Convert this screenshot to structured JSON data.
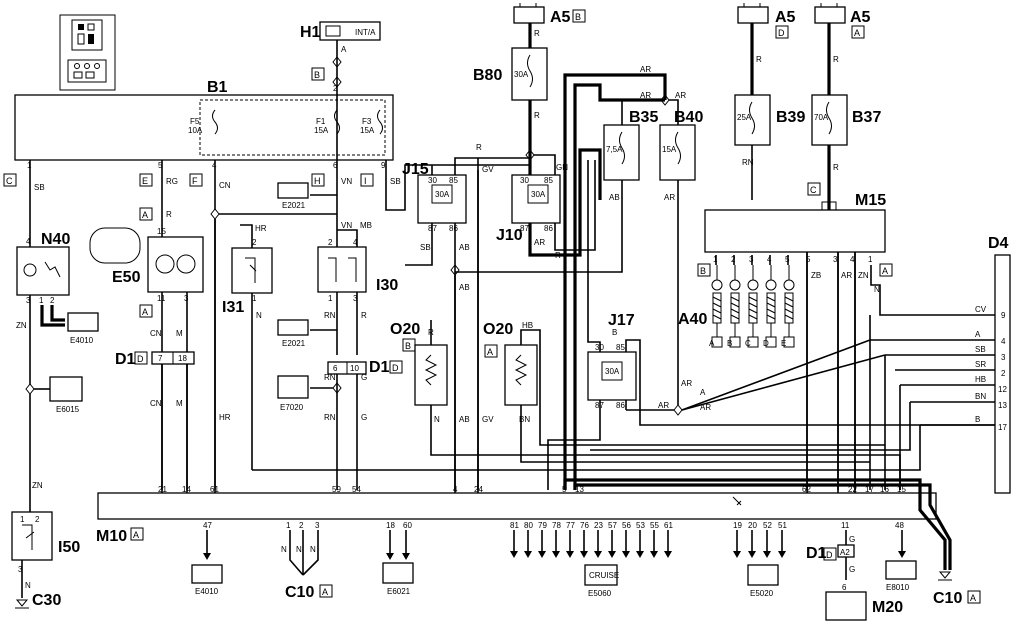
{
  "components": {
    "H1": {
      "label": "H1",
      "tag": "INT/A",
      "pin": "A",
      "frame": "B",
      "pin2": "2"
    },
    "B1": {
      "label": "B1",
      "fuses": [
        {
          "name": "F5",
          "rating": "10A"
        },
        {
          "name": "F1",
          "rating": "15A"
        },
        {
          "name": "F3",
          "rating": "15A"
        }
      ],
      "pins": [
        "1",
        "5",
        "4",
        "6",
        "9"
      ],
      "conn": [
        "C",
        "E",
        "F",
        "H",
        "I"
      ]
    },
    "A5": {
      "label": "A5",
      "frames": [
        "B",
        "D",
        "A"
      ]
    },
    "B80": {
      "label": "B80",
      "rating": "30A"
    },
    "B35": {
      "label": "B35",
      "rating": "7,5A"
    },
    "B40": {
      "label": "B40",
      "rating": "15A"
    },
    "B39": {
      "label": "B39",
      "rating": "25A"
    },
    "B37": {
      "label": "B37",
      "rating": "70A"
    },
    "M15": {
      "label": "M15",
      "frame": "C",
      "frame2": "A",
      "pins": [
        "1",
        "2",
        "3",
        "4",
        "5",
        "5",
        "3",
        "4",
        "1"
      ]
    },
    "D4": {
      "label": "D4",
      "pins": [
        "9",
        "4",
        "3",
        "2",
        "12",
        "13",
        "17"
      ]
    },
    "J15": {
      "label": "J15",
      "rating": "30A",
      "pins": [
        "30",
        "85",
        "87",
        "86"
      ]
    },
    "J10": {
      "label": "J10",
      "rating": "30A",
      "pins": [
        "30",
        "85",
        "87",
        "86"
      ]
    },
    "J17": {
      "label": "J17",
      "rating": "30A",
      "pins": [
        "30",
        "85",
        "87",
        "86"
      ]
    },
    "N40": {
      "label": "N40",
      "pins": [
        "4",
        "3",
        "1",
        "2"
      ]
    },
    "E50": {
      "label": "E50",
      "pins": [
        "15",
        "11",
        "3"
      ],
      "frame": "A"
    },
    "I31": {
      "label": "I31",
      "pins": [
        "2",
        "1"
      ]
    },
    "I30": {
      "label": "I30",
      "pins": [
        "2",
        "4",
        "1",
        "3"
      ]
    },
    "D1": {
      "label": "D1",
      "frame": "D",
      "pins": [
        "7",
        "18",
        "6",
        "10"
      ],
      "pins2": [
        "A2"
      ]
    },
    "O20": {
      "label": "O20",
      "frames": [
        "B",
        "A"
      ]
    },
    "A40": {
      "label": "A40",
      "pins": [
        "1",
        "2",
        "3",
        "4",
        "5"
      ],
      "sub": [
        "A",
        "B",
        "C",
        "D",
        "E"
      ],
      "frame": "B"
    },
    "M10": {
      "label": "M10",
      "frame": "A"
    },
    "I50": {
      "label": "I50",
      "pins": [
        "1",
        "2",
        "3"
      ]
    },
    "C30": {
      "label": "C30"
    },
    "C10": {
      "label": "C10",
      "frame": "A"
    },
    "M20": {
      "label": "M20"
    }
  },
  "refs": {
    "E2021": "E2021",
    "E4010": "E4010",
    "E6015": "E6015",
    "E7020": "E7020",
    "E6021": "E6021",
    "E5060": "E5060",
    "E5020": "E5020",
    "E8010": "E8010",
    "cruise": "CRUISE"
  },
  "wire_colors": {
    "SB": "SB",
    "RG": "RG",
    "CN": "CN",
    "VN": "VN",
    "R": "R",
    "MB": "MB",
    "HR": "HR",
    "N": "N",
    "M": "M",
    "ZN": "ZN",
    "RN": "RN",
    "G": "G",
    "AB": "AB",
    "GV": "GV",
    "GN": "GN",
    "AR": "AR",
    "BN": "BN",
    "HB": "HB",
    "B": "B",
    "CV": "CV",
    "A": "A",
    "SR": "SR",
    "ZB": "ZB"
  },
  "m10_pins_top": [
    "21",
    "14",
    "61",
    "59",
    "54",
    "4",
    "24",
    "5",
    "13",
    "62",
    "22",
    "17",
    "16",
    "15"
  ],
  "m10_pins_bottom": {
    "g1": [
      "47"
    ],
    "g2": [
      "1",
      "2",
      "3"
    ],
    "g3": [
      "18",
      "60"
    ],
    "g4": [
      "81",
      "80",
      "79",
      "78",
      "77",
      "76",
      "23",
      "57",
      "56",
      "53",
      "55",
      "61"
    ],
    "g5": [
      "19",
      "20",
      "52",
      "51"
    ],
    "g6": [
      "11"
    ],
    "g7": [
      "48"
    ]
  },
  "misc_pins": {
    "d1_m20_top": "6",
    "n40_z": "ZN",
    "c30_pin": "3"
  }
}
